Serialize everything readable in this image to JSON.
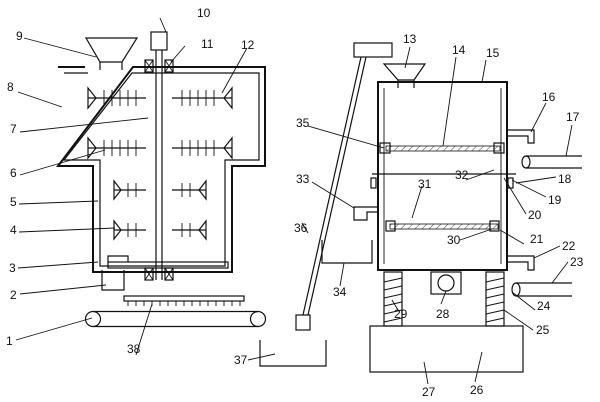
{
  "labels": {
    "l1": "1",
    "l2": "2",
    "l3": "3",
    "l4": "4",
    "l5": "5",
    "l6": "6",
    "l7": "7",
    "l8": "8",
    "l9": "9",
    "l10": "10",
    "l11": "11",
    "l12": "12",
    "l13": "13",
    "l14": "14",
    "l15": "15",
    "l16": "16",
    "l17": "17",
    "l18": "18",
    "l19": "19",
    "l20": "20",
    "l21": "21",
    "l22": "22",
    "l23": "23",
    "l24": "24",
    "l25": "25",
    "l26": "26",
    "l27": "27",
    "l28": "28",
    "l29": "29",
    "l30": "30",
    "l31": "31",
    "l32": "32",
    "l33": "33",
    "l34": "34",
    "l35": "35",
    "l36": "36",
    "l37": "37",
    "l38": "38"
  }
}
